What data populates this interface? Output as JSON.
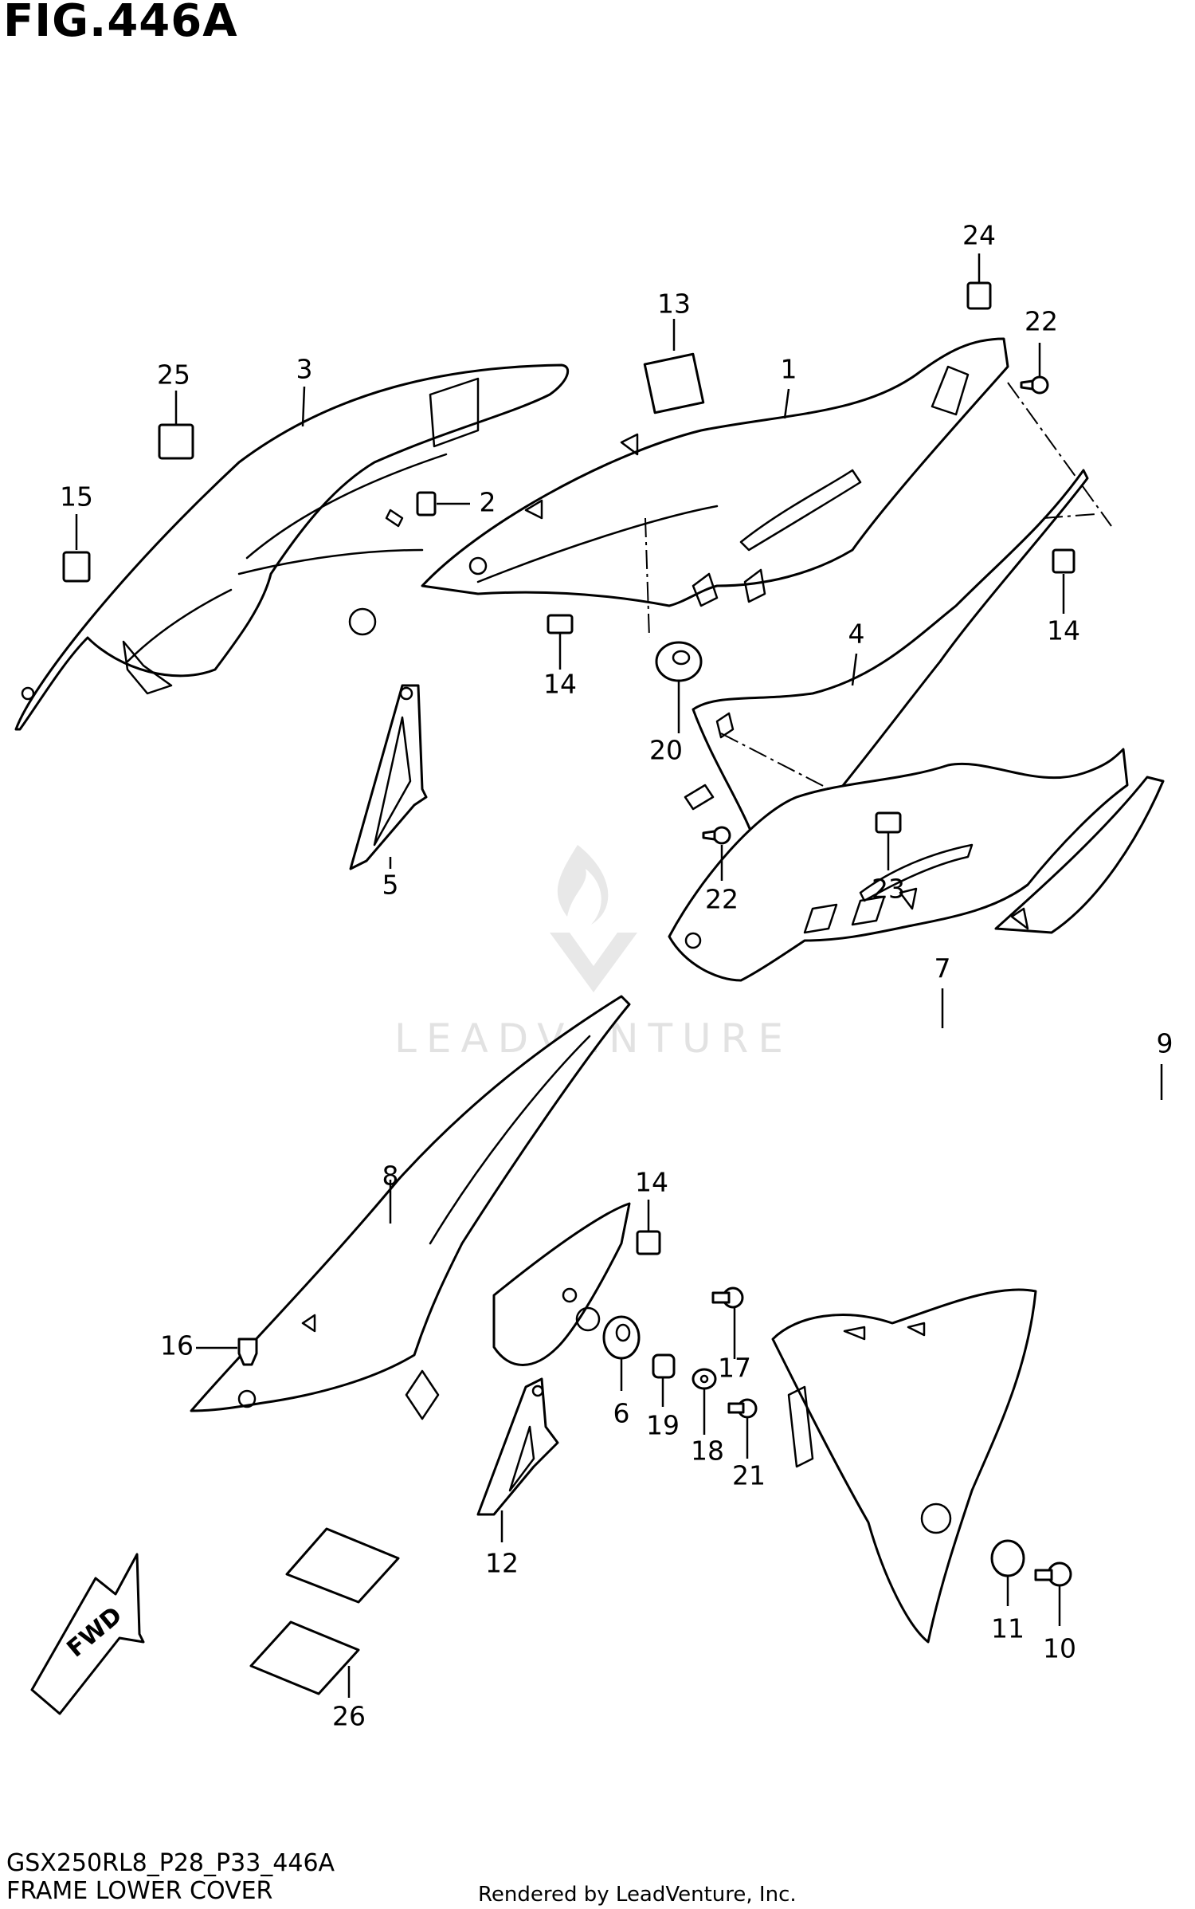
{
  "figure": {
    "title": "FIG.446A",
    "model_code": "GSX250RL8_P28_P33_446A",
    "name": "FRAME LOWER COVER",
    "rendered_by": "Rendered by LeadVenture, Inc.",
    "watermark": "LEADVENTURE",
    "fwd_label": "FWD"
  },
  "callouts": [
    {
      "id": "1",
      "label": "1"
    },
    {
      "id": "2",
      "label": "2"
    },
    {
      "id": "3",
      "label": "3"
    },
    {
      "id": "4",
      "label": "4"
    },
    {
      "id": "5",
      "label": "5"
    },
    {
      "id": "6",
      "label": "6"
    },
    {
      "id": "7",
      "label": "7"
    },
    {
      "id": "8",
      "label": "8"
    },
    {
      "id": "9",
      "label": "9"
    },
    {
      "id": "10",
      "label": "10"
    },
    {
      "id": "11",
      "label": "11"
    },
    {
      "id": "12",
      "label": "12"
    },
    {
      "id": "13",
      "label": "13"
    },
    {
      "id": "14a",
      "label": "14"
    },
    {
      "id": "14b",
      "label": "14"
    },
    {
      "id": "14c",
      "label": "14"
    },
    {
      "id": "15",
      "label": "15"
    },
    {
      "id": "16",
      "label": "16"
    },
    {
      "id": "17",
      "label": "17"
    },
    {
      "id": "18",
      "label": "18"
    },
    {
      "id": "19",
      "label": "19"
    },
    {
      "id": "20",
      "label": "20"
    },
    {
      "id": "21",
      "label": "21"
    },
    {
      "id": "22a",
      "label": "22"
    },
    {
      "id": "22b",
      "label": "22"
    },
    {
      "id": "23",
      "label": "23"
    },
    {
      "id": "24",
      "label": "24"
    },
    {
      "id": "25",
      "label": "25"
    },
    {
      "id": "26",
      "label": "26"
    }
  ]
}
